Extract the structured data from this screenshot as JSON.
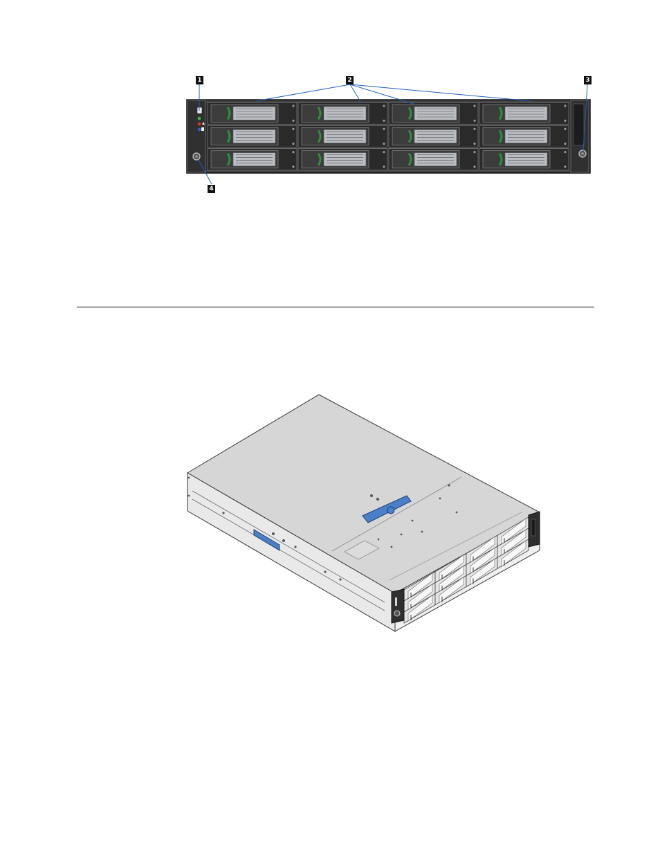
{
  "figure_front": {
    "callouts": [
      {
        "id": "1",
        "label": "1"
      },
      {
        "id": "2",
        "label": "2"
      },
      {
        "id": "3",
        "label": "3"
      },
      {
        "id": "4",
        "label": "4"
      }
    ],
    "drive_bays": {
      "rows": 3,
      "columns": 4
    }
  },
  "figure_iso": {
    "drive_bays": {
      "rows": 3,
      "columns": 4
    }
  },
  "colors": {
    "callout_line": "#1f5fbf",
    "chassis_front": "#2b2b2b",
    "drive_tray": "#b9bdc2",
    "latch_green": "#2f8f3f",
    "handle_blue": "#4a80c8",
    "top_cover": "#d9d9d9"
  }
}
